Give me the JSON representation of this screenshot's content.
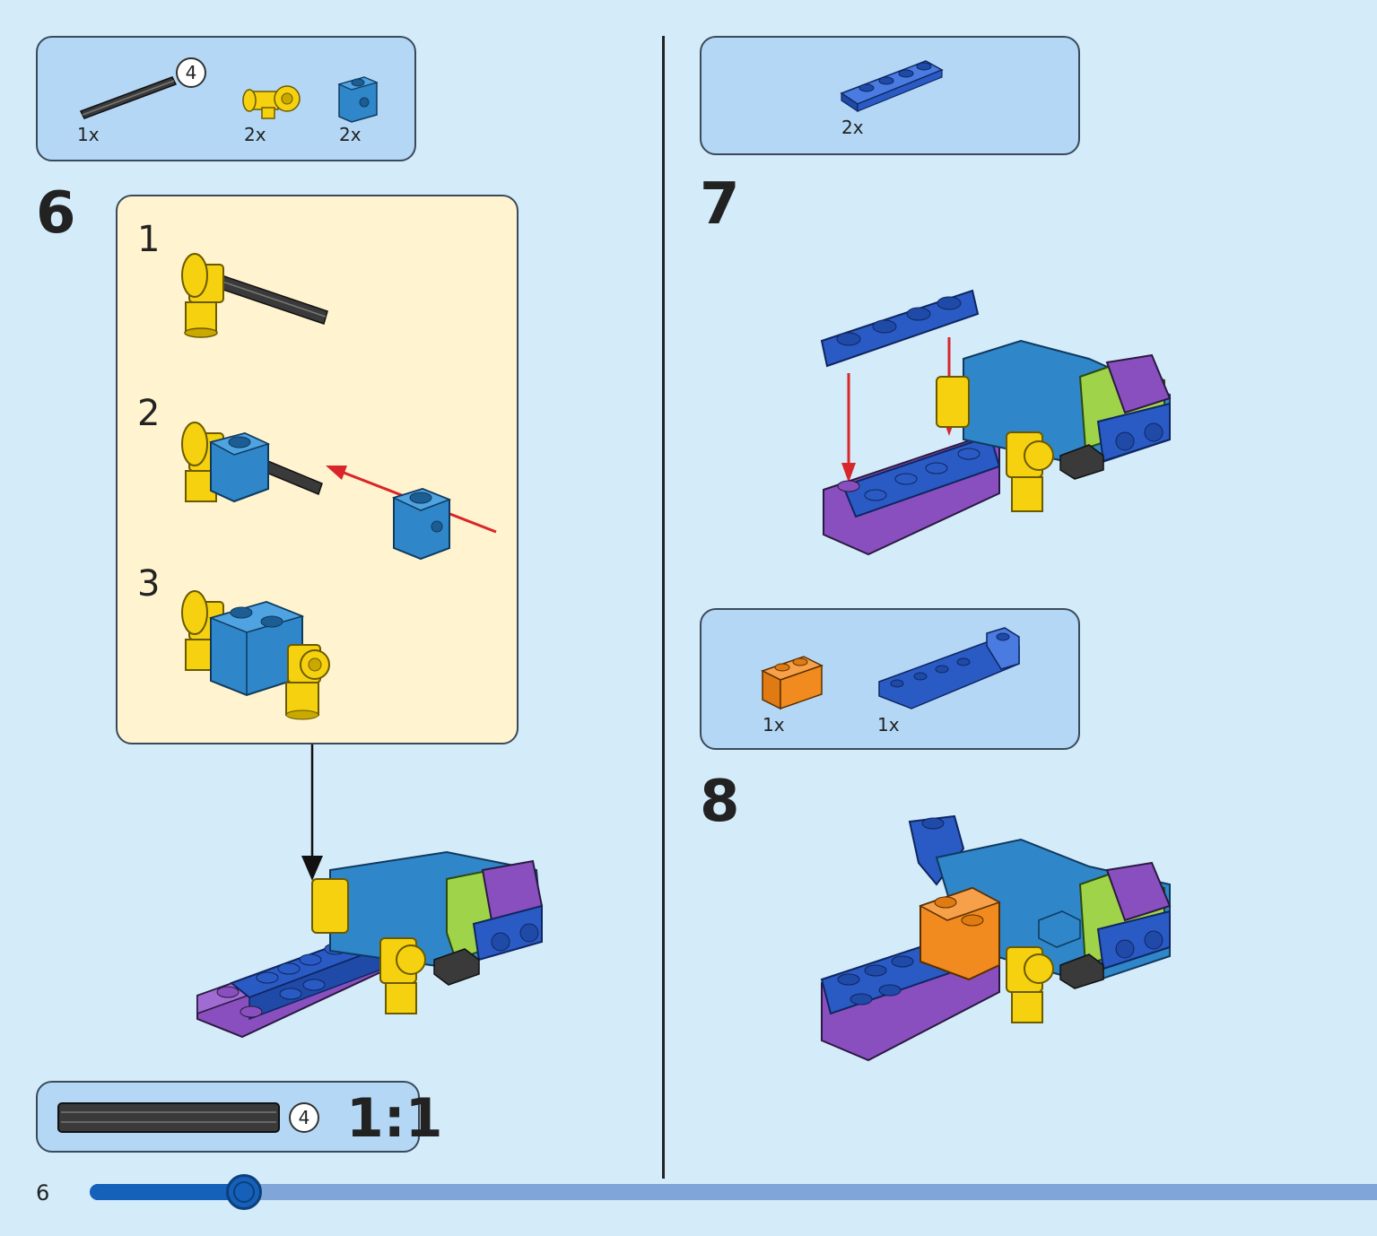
{
  "page": {
    "number": "6",
    "progress_fraction": 0.12
  },
  "colors": {
    "background": "#d4ebfa",
    "parts_box": "#b3d7f4",
    "callout": "#fff4cf",
    "arrow_red": "#d9262b",
    "brick_blue": "#2a5bc4",
    "brick_azure": "#2f86c8",
    "brick_yellow": "#f5d10f",
    "brick_purple": "#8a4fbf",
    "brick_lime": "#9fd34a",
    "brick_orange": "#f18a1f",
    "axle_dark": "#3a3a3a"
  },
  "step6": {
    "number": "6",
    "parts": [
      {
        "icon": "axle-icon",
        "qty": "1x",
        "length": "4"
      },
      {
        "icon": "axle-connector-icon",
        "qty": "2x"
      },
      {
        "icon": "technic-brick-1x1-icon",
        "qty": "2x"
      }
    ],
    "substeps": [
      "1",
      "2",
      "3"
    ]
  },
  "step7": {
    "number": "7",
    "parts": [
      {
        "icon": "plate-1x4-icon",
        "qty": "2x"
      }
    ]
  },
  "step8": {
    "number": "8",
    "parts": [
      {
        "icon": "brick-1x2-orange-icon",
        "qty": "1x"
      },
      {
        "icon": "inverted-slope-plate-icon",
        "qty": "1x"
      }
    ]
  },
  "scale_ref": {
    "length": "4",
    "scale": "1:1"
  }
}
